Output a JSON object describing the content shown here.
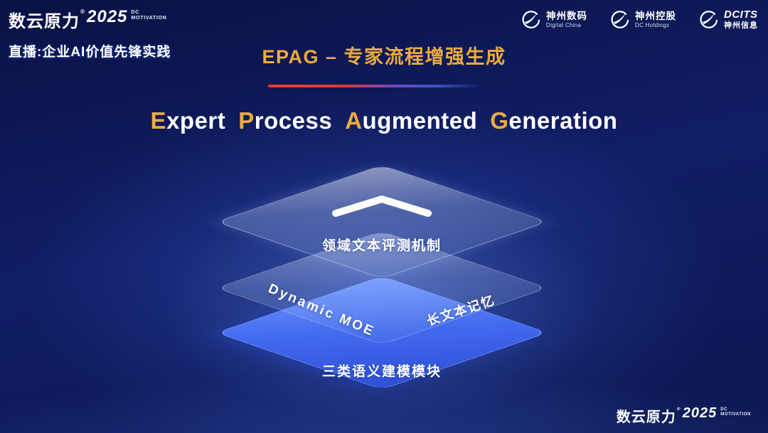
{
  "colors": {
    "accent_gold": "#ECAB3E",
    "background_navy": "#0C1850",
    "layer_blue": "#3E63E9",
    "divider_red": "#F5392C",
    "divider_blue": "#3A55C8",
    "text_white": "#FFFFFF"
  },
  "brand": {
    "name": "数云原力",
    "reg": "®",
    "year": "2025",
    "dc": "DC",
    "motivation": "MOTIVATION"
  },
  "live_banner": {
    "label": "直播:企业AI价值先锋实践"
  },
  "header": {
    "title": "EPAG – 专家流程增强生成",
    "subtitle_words": [
      {
        "accent": "E",
        "rest": "xpert"
      },
      {
        "accent": "P",
        "rest": "rocess"
      },
      {
        "accent": "A",
        "rest": "ugmented"
      },
      {
        "accent": "G",
        "rest": "eneration"
      }
    ]
  },
  "partner_logos": [
    {
      "line1": "神州数码",
      "line2": "Digital China"
    },
    {
      "line1": "神州控股",
      "line2": "DC Holdings"
    },
    {
      "line1": "DCITS",
      "line2": "神州信息"
    }
  ],
  "diagram": {
    "chevron_icon": "chevron-up",
    "layers": [
      {
        "id": "top",
        "label": "领域文本评测机制"
      },
      {
        "id": "middle",
        "label_left": "Dynamic MOE",
        "label_right": "长文本记忆"
      },
      {
        "id": "bottom",
        "label": "三类语义建模模块"
      }
    ]
  }
}
